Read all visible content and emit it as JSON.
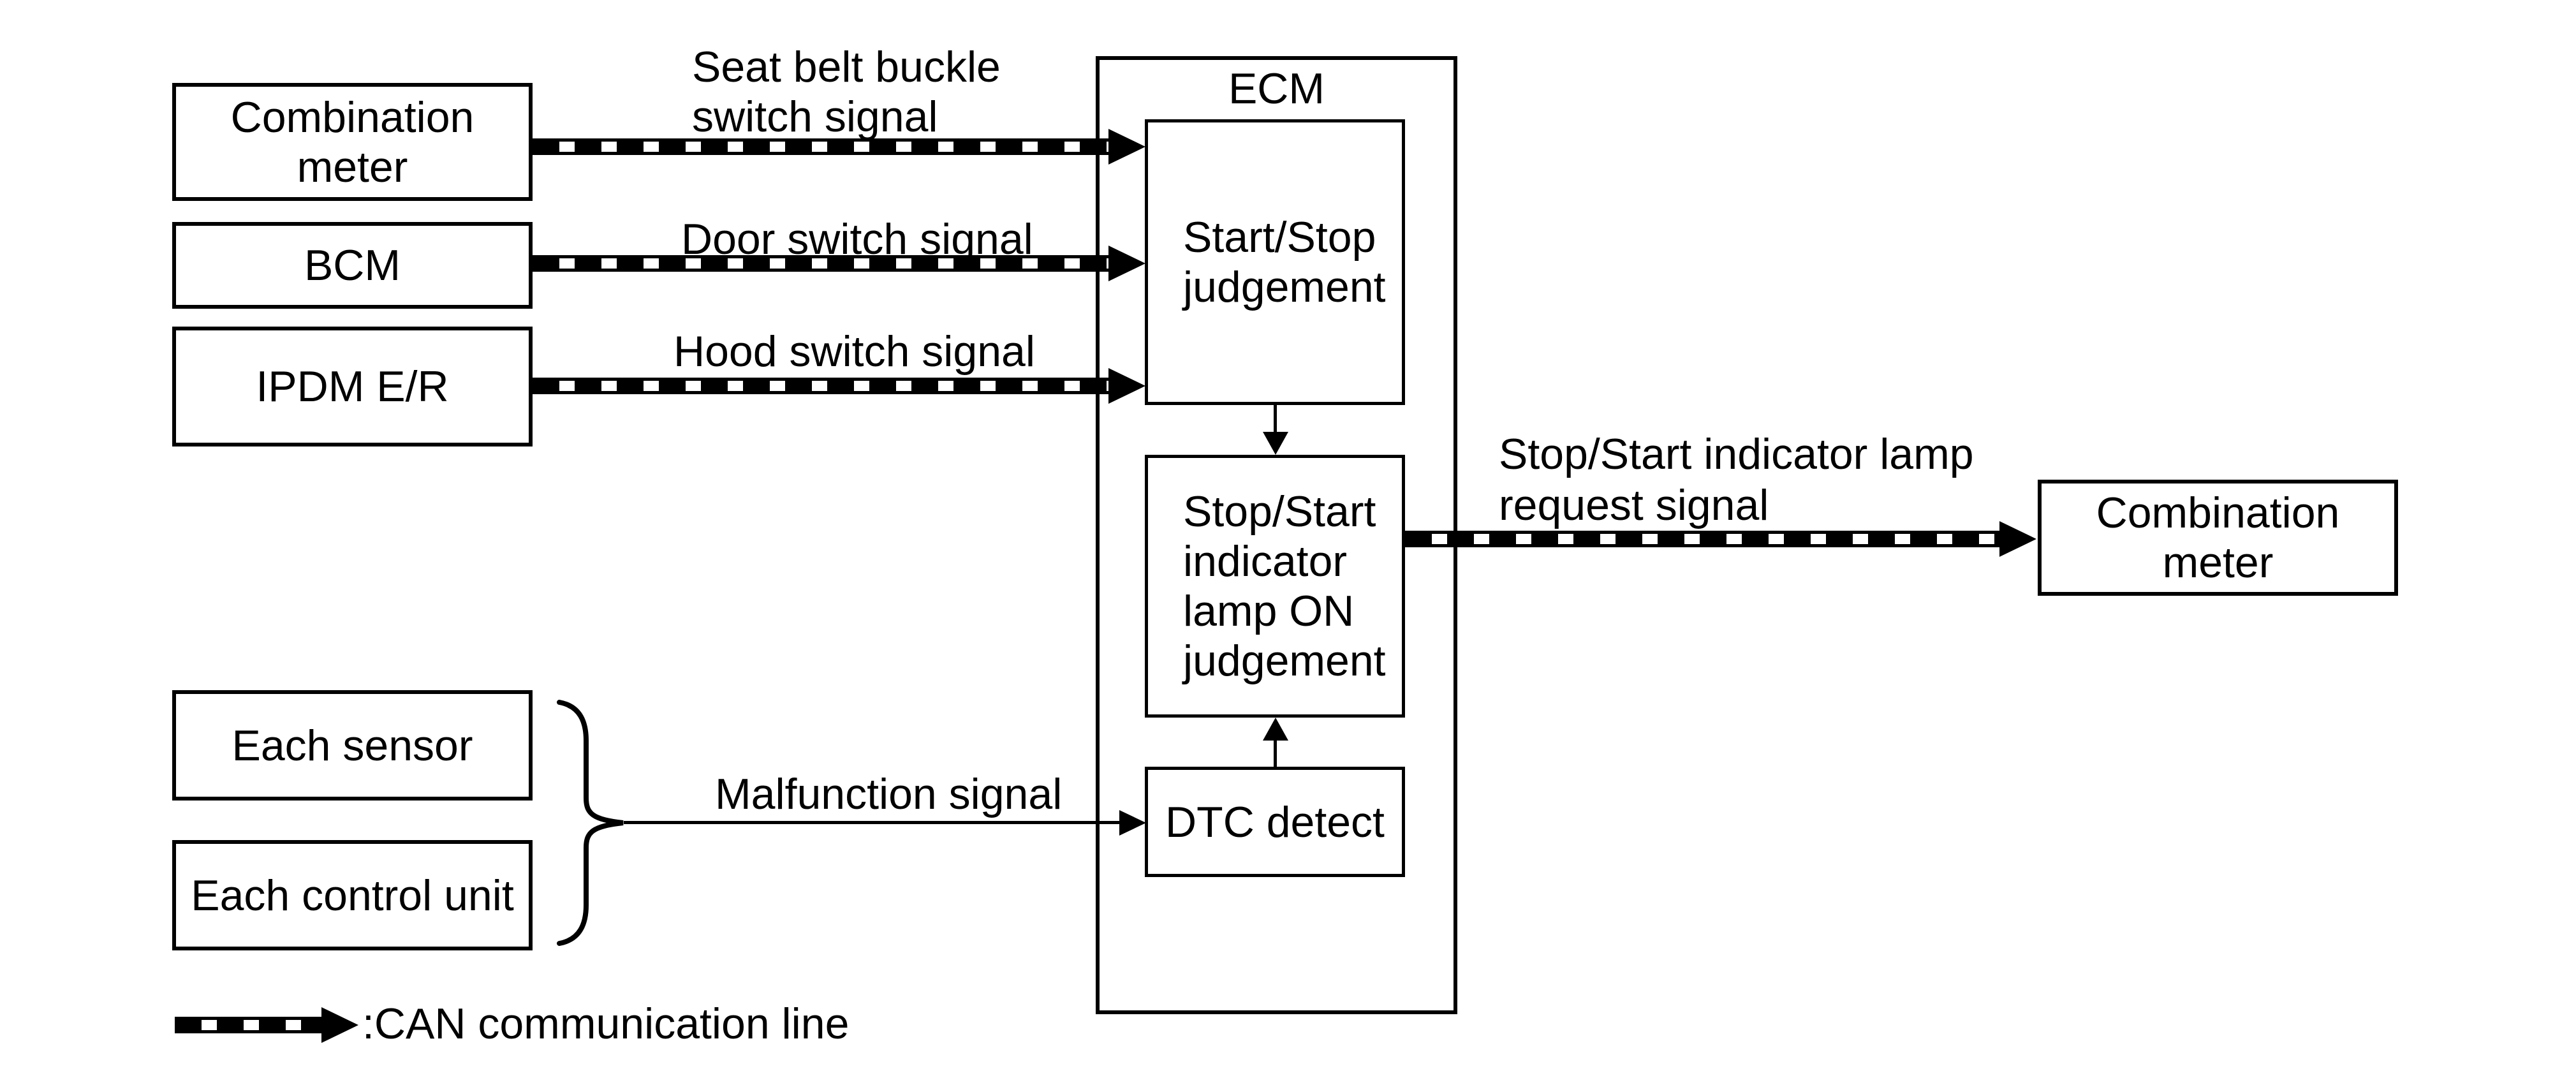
{
  "diagram": {
    "title_hint": "ECM Stop/Start indicator lamp signal flow diagram",
    "background_color": "#ffffff",
    "line_color": "#000000"
  },
  "nodes": {
    "combination_meter_left": {
      "line1": "Combination",
      "line2": "meter"
    },
    "bcm": {
      "label": "BCM"
    },
    "ipdm": {
      "label": "IPDM E/R"
    },
    "each_sensor": {
      "label": "Each sensor"
    },
    "each_control_unit": {
      "label": "Each control unit"
    },
    "ecm": {
      "label": "ECM"
    },
    "start_stop_judgement": {
      "line1": "Start/Stop",
      "line2": "judgement"
    },
    "lamp_on_judgement": {
      "line1": "Stop/Start",
      "line2": "indicator",
      "line3": "lamp ON",
      "line4": "judgement"
    },
    "dtc_detect": {
      "label": "DTC detect"
    },
    "combination_meter_right": {
      "line1": "Combination",
      "line2": "meter"
    }
  },
  "signals": {
    "seat_belt": {
      "line1": "Seat belt buckle",
      "line2": "switch signal"
    },
    "door": {
      "label": "Door switch signal"
    },
    "hood": {
      "label": "Hood switch signal"
    },
    "lamp_request": {
      "line1": "Stop/Start indicator lamp",
      "line2": "request signal"
    },
    "malfunction": {
      "label": "Malfunction signal"
    }
  },
  "legend": {
    "label": ":CAN communication line"
  }
}
